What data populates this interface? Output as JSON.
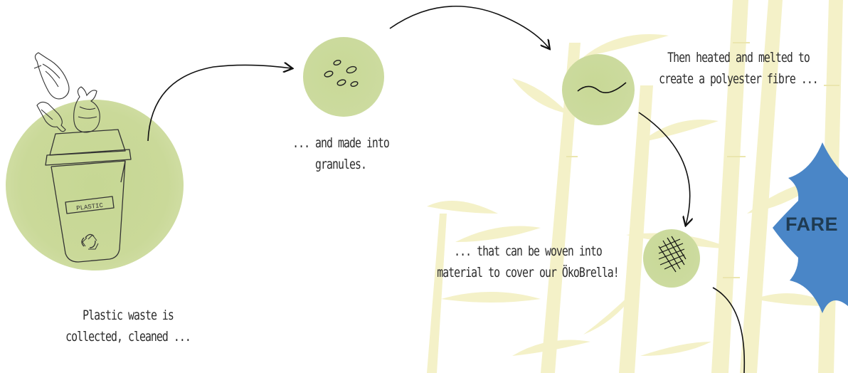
{
  "theme": {
    "blob_color": "#c9d89a",
    "bamboo_color": "#f3f0c4",
    "badge_color": "#4a86c7",
    "text_color": "#2b2b2b"
  },
  "steps": {
    "collect": {
      "line1": "Plastic waste is",
      "line2": "collected, cleaned ..."
    },
    "granules": {
      "line1": "... and made into",
      "line2": "granules."
    },
    "fibre": {
      "line1": "Then heated and melted to",
      "line2": "create a polyester fibre ..."
    },
    "woven": {
      "line1": "... that can be woven into",
      "line2": "material to cover our ÖkoBrella!"
    }
  },
  "bin": {
    "label": "PLASTIC"
  },
  "badge": {
    "text": "FARE"
  },
  "icons": [
    "bamboo-background",
    "plastic-bottle-icon",
    "plastic-bag-icon",
    "recycling-bin-icon",
    "recycle-symbol-icon",
    "granules-icon",
    "fibre-wave-icon",
    "woven-mesh-icon",
    "arrow-icon"
  ]
}
